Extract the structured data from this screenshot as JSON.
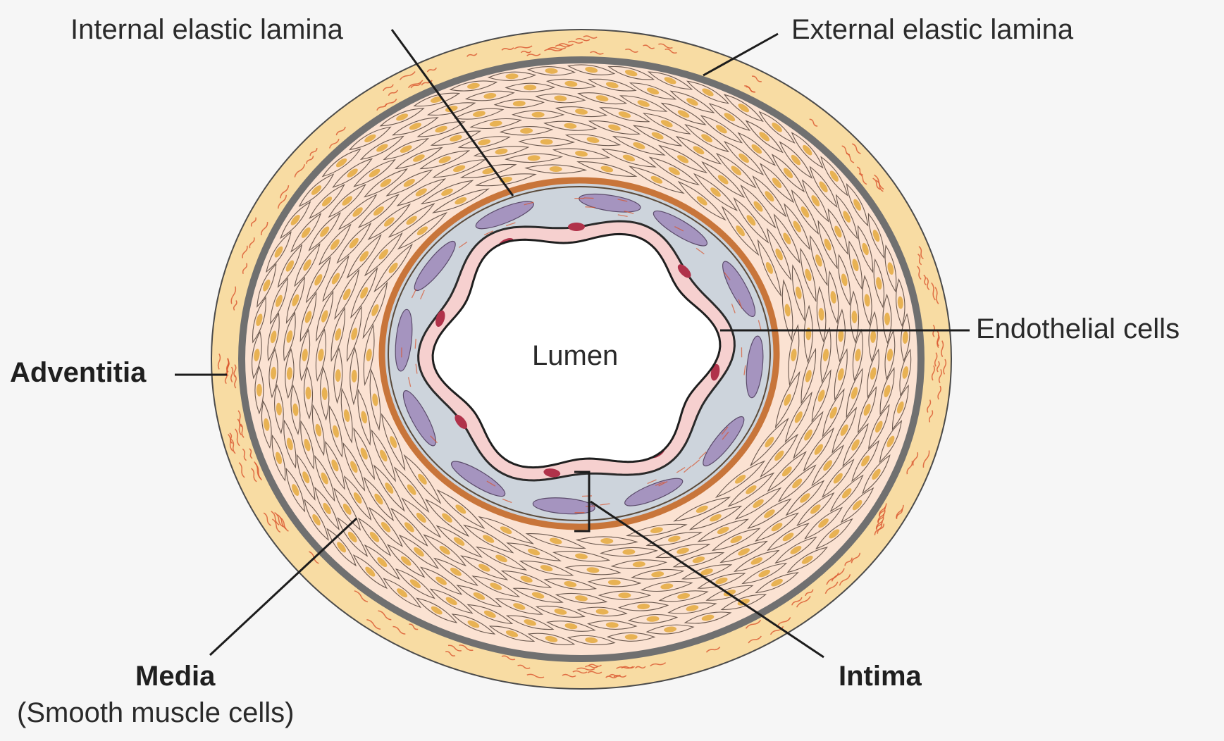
{
  "labels": {
    "internal_elastic_lamina": "Internal elastic lamina",
    "external_elastic_lamina": "External elastic lamina",
    "endothelial_cells": "Endothelial cells",
    "adventitia": "Adventitia",
    "lumen": "Lumen",
    "media": "Media",
    "media_sub": "(Smooth muscle cells)",
    "intima": "Intima"
  },
  "colors": {
    "background": "#f6f6f6",
    "adventitia": "#f8dca3",
    "media": "#fbe2d2",
    "elastic_lamina_external": "#707070",
    "elastic_lamina_internal": "#c8753a",
    "intima": "#cdd4dc",
    "endothelium": "#f6d0cf",
    "lumen": "#ffffff",
    "smooth_muscle_nuclei": "#e8b253",
    "endothelial_nuclei": "#b0324a",
    "intima_nuclei": "#a594bf",
    "fibers": "#d9532c"
  }
}
